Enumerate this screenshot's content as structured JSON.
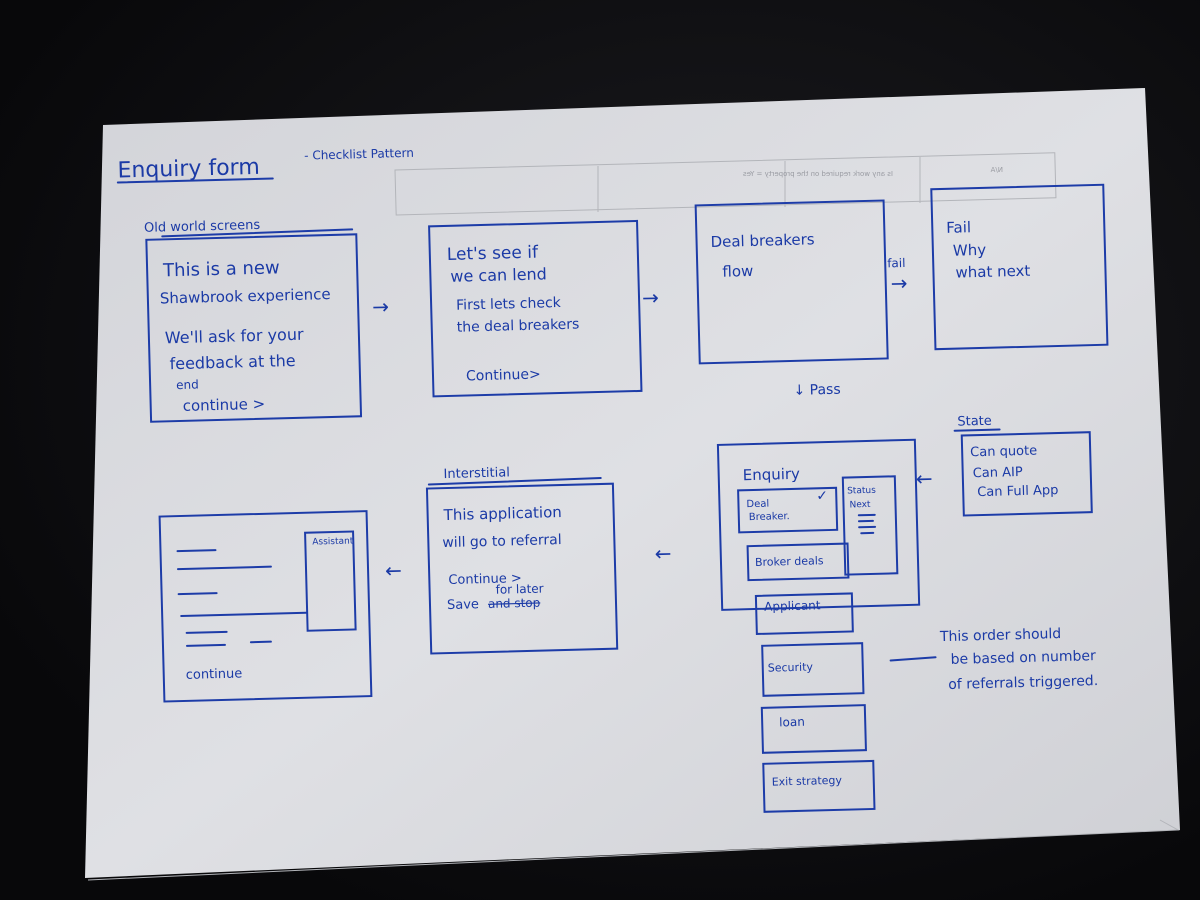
{
  "colors": {
    "ink": "#1b3aa6",
    "paper": "#dcdde1",
    "background": "#0b0b0d"
  },
  "title": "Enquiry form",
  "subtitle": "- Checklist Pattern",
  "show_through": {
    "cell_1": "Is any work required on the property = Yes",
    "cell_2": "N/A"
  },
  "old_world": {
    "label": "Old world screens",
    "lines": [
      "This is a new",
      "Shawbrook experience",
      "We'll ask for your",
      "feedback at the",
      "end"
    ],
    "cta": "continue >"
  },
  "lend_screen": {
    "lines": [
      "Let's see if",
      "we can lend",
      "First lets check",
      "the deal breakers"
    ],
    "cta": "Continue>"
  },
  "deal_breakers": {
    "lines": [
      "Deal breakers",
      "flow"
    ]
  },
  "fail_label": "fail",
  "fail_screen": {
    "lines": [
      "Fail",
      "Why",
      "what next"
    ]
  },
  "pass_label": "↓ Pass",
  "state": {
    "label": "State",
    "items": [
      "Can quote",
      "Can AIP",
      "Can Full App"
    ]
  },
  "enquiry": {
    "title": "Enquiry",
    "deal_breaker": [
      "Deal",
      "Breaker."
    ],
    "check": "✓",
    "status": [
      "Status",
      "Next"
    ],
    "sections": [
      "Broker deals",
      "Applicant",
      "Security",
      "loan",
      "Exit strategy"
    ]
  },
  "annotation": [
    "This order should",
    "be based on number",
    "of referrals triggered."
  ],
  "interstitial": {
    "label": "Interstitial",
    "lines": [
      "This application",
      "will go to referral"
    ],
    "continue": "Continue >",
    "save": "Save",
    "struck": "and stop",
    "replacement": "for later"
  },
  "final_screen": {
    "assistant": "Assistant",
    "cta": "continue"
  },
  "arrows": {
    "right": "→",
    "left": "←"
  }
}
